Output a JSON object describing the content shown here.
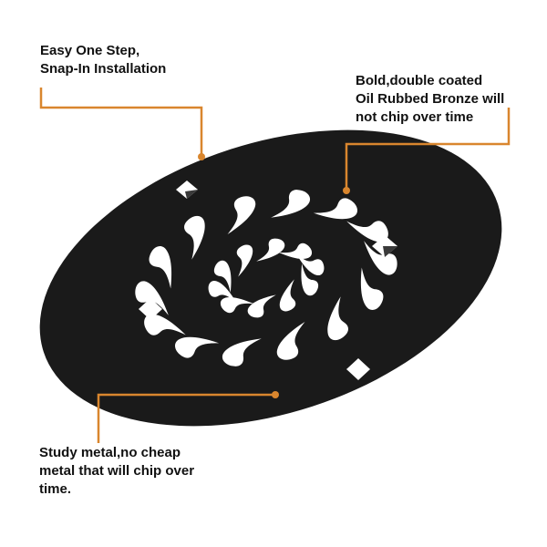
{
  "product": {
    "name": "drain-cover",
    "finish_color": "#1a1a1a",
    "accent_line_color": "#d9862e"
  },
  "callouts": {
    "installation": {
      "line1": "Easy One Step,",
      "line2": "Snap-In Installation"
    },
    "finish": {
      "line1": "Bold,double coated",
      "line2": "Oil Rubbed Bronze will",
      "line3": "not chip over time"
    },
    "material": {
      "line1": "Study metal,no cheap",
      "line2": "metal that will chip over",
      "line3": "time."
    }
  }
}
